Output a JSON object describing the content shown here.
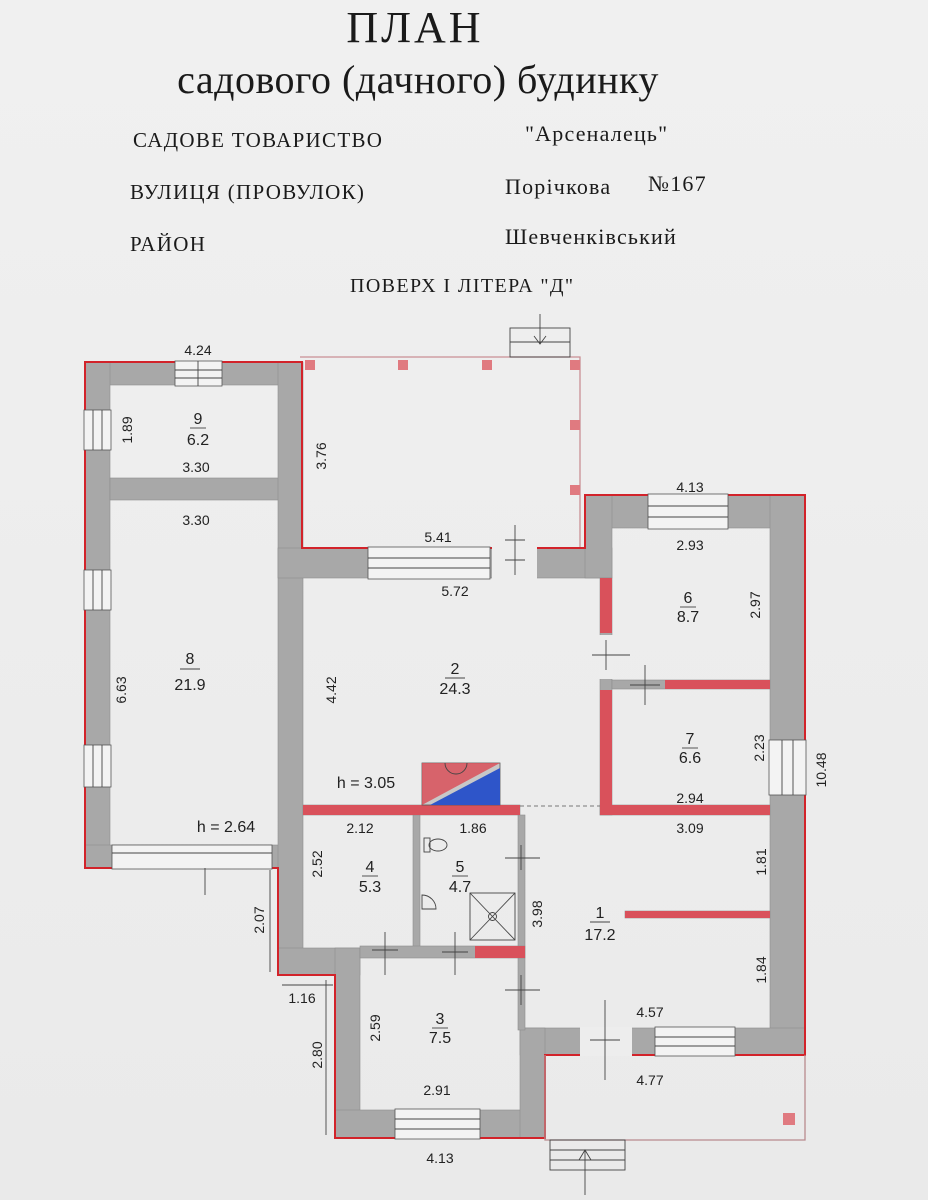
{
  "title": "ПЛАН",
  "subtitle": "садового (дачного) будинку",
  "fields": {
    "society_label": "САДОВЕ ТОВАРИСТВО",
    "society_value": "\"Арсеналець\"",
    "street_label": "ВУЛИЦЯ (ПРОВУЛОК)",
    "street_value": "Порічкова",
    "house_number": "№167",
    "district_label": "РАЙОН",
    "district_value": "Шевченківський"
  },
  "floor_caption": "ПОВЕРХ І ЛІТЕРА \"Д\"",
  "rooms": [
    {
      "number": "1",
      "area": "17.2"
    },
    {
      "number": "2",
      "area": "24.3"
    },
    {
      "number": "3",
      "area": "7.5"
    },
    {
      "number": "4",
      "area": "5.3"
    },
    {
      "number": "5",
      "area": "4.7"
    },
    {
      "number": "6",
      "area": "8.7"
    },
    {
      "number": "7",
      "area": "6.6"
    },
    {
      "number": "8",
      "area": "21.9"
    },
    {
      "number": "9",
      "area": "6.2"
    }
  ],
  "heights": {
    "main": "h = 3.05",
    "annex": "h = 2.64"
  },
  "dimensions": {
    "left_block_width": "4.24",
    "room9_depth": "1.89",
    "room9_width": "3.30",
    "room8_width": "3.30",
    "room8_length": "6.63",
    "terrace_depth": "3.76",
    "terrace_width": "5.41",
    "room2_width": "5.72",
    "room2_length": "4.42",
    "right_block_width": "4.13",
    "room6_width": "2.93",
    "room6_length": "2.97",
    "room7_length": "2.23",
    "room7_width": "2.94",
    "overall_length": "10.48",
    "room1_width": "3.09",
    "room1_upper_length": "1.81",
    "room1_lower_length": "1.84",
    "room1_length": "3.98",
    "room4_width": "2.12",
    "room4_length": "2.52",
    "room5_width": "1.86",
    "left_offset": "2.07",
    "step_width": "1.16",
    "room3_length": "2.59",
    "room3_outer_length": "2.80",
    "room3_width": "2.91",
    "room1_bottom_width": "4.57",
    "porch_width": "4.77",
    "bottom_width": "4.13"
  },
  "colors": {
    "paper": "#ececec",
    "wall": "#a8a8a8",
    "exterior_line": "#d2232a",
    "partition": "#d9515b",
    "tile_blue": "#2e55c9",
    "ink": "#1c1c1c"
  }
}
